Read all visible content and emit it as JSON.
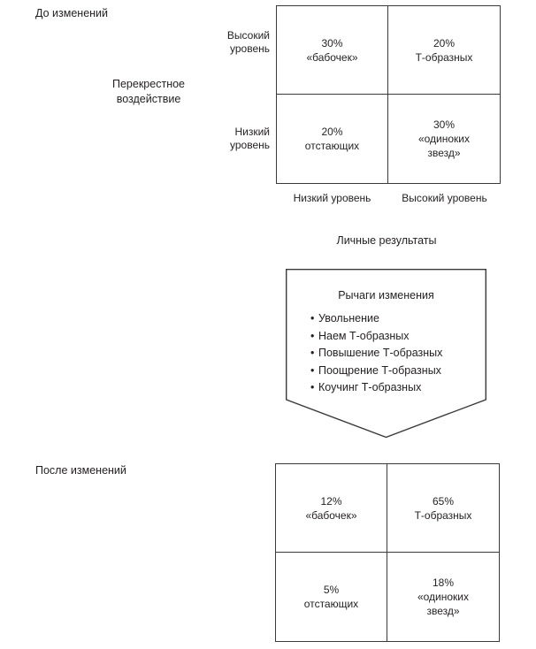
{
  "diagram": {
    "before": {
      "section_label": "До изменений",
      "y_axis_title_line1": "Перекрестное",
      "y_axis_title_line2": "воздействие",
      "row_labels": [
        {
          "line1": "Высокий",
          "line2": "уровень"
        },
        {
          "line1": "Низкий",
          "line2": "уровень"
        }
      ],
      "col_labels": [
        "Низкий уровень",
        "Высокий уровень"
      ],
      "x_axis_title": "Личные результаты",
      "cells": [
        {
          "position": "top-left",
          "value": "30%",
          "label_lines": [
            "«бабочек»"
          ]
        },
        {
          "position": "top-right",
          "value": "20%",
          "label_lines": [
            "Т-образных"
          ]
        },
        {
          "position": "bottom-left",
          "value": "20%",
          "label_lines": [
            "отстающих"
          ]
        },
        {
          "position": "bottom-right",
          "value": "30%",
          "label_lines": [
            "«одиноких",
            "звезд»"
          ]
        }
      ]
    },
    "levers": {
      "title": "Рычаги изменения",
      "items": [
        "Увольнение",
        "Наем Т-образных",
        "Повышение Т-образных",
        "Поощрение Т-образных",
        "Коучинг Т-образных"
      ]
    },
    "after": {
      "section_label": "После изменений",
      "cells": [
        {
          "position": "top-left",
          "value": "12%",
          "label_lines": [
            "«бабочек»"
          ]
        },
        {
          "position": "top-right",
          "value": "65%",
          "label_lines": [
            "Т-образных"
          ]
        },
        {
          "position": "bottom-left",
          "value": "5%",
          "label_lines": [
            "отстающих"
          ]
        },
        {
          "position": "bottom-right",
          "value": "18%",
          "label_lines": [
            "«одиноких",
            "звезд»"
          ]
        }
      ]
    },
    "colors": {
      "stroke": "#3a3a3a",
      "text": "#231f20",
      "background": "#ffffff"
    }
  }
}
